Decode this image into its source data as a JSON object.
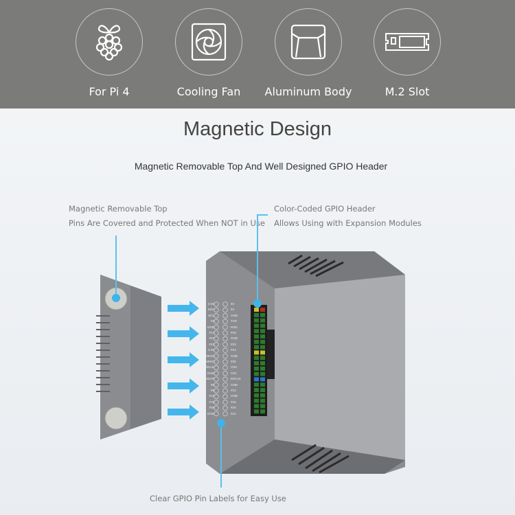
{
  "features": [
    {
      "label": "For Pi 4",
      "icon": "raspberry-icon"
    },
    {
      "label": "Cooling Fan",
      "icon": "fan-icon"
    },
    {
      "label": "Aluminum Body",
      "icon": "case-body-icon"
    },
    {
      "label": "M.2 Slot",
      "icon": "m2-card-icon"
    }
  ],
  "section": {
    "title": "Magnetic Design",
    "subtitle": "Magnetic Removable Top And Well Designed GPIO Header"
  },
  "notes": {
    "left_line1": "Magnetic Removable Top",
    "left_line2": "Pins Are Covered and Protected When NOT in Use",
    "right_line1": "Color-Coded GPIO Header",
    "right_line2": "Allows Using with Expansion Modules",
    "bottom": "Clear GPIO Pin Labels for Easy Use"
  },
  "gpio": {
    "left": [
      "3.3V",
      "SDA",
      "SCL",
      "#4",
      "GND",
      "#17",
      "#27",
      "#22",
      "3.3V",
      "MOSI",
      "MISO",
      "SCLK",
      "GND",
      "EEDAT",
      "#5",
      "#6",
      "#13",
      "#19",
      "#26",
      "GND"
    ],
    "right": [
      "5V",
      "5V",
      "GND",
      "TXD",
      "RXD",
      "#18",
      "GND",
      "#23",
      "#24",
      "GND",
      "#25",
      "CE0",
      "CE1",
      "EECLK",
      "GND",
      "#12",
      "GND",
      "#16",
      "#20",
      "#21"
    ]
  },
  "colors": {
    "accent": "#3fb3ea",
    "header_bg": "#7b7b79"
  }
}
